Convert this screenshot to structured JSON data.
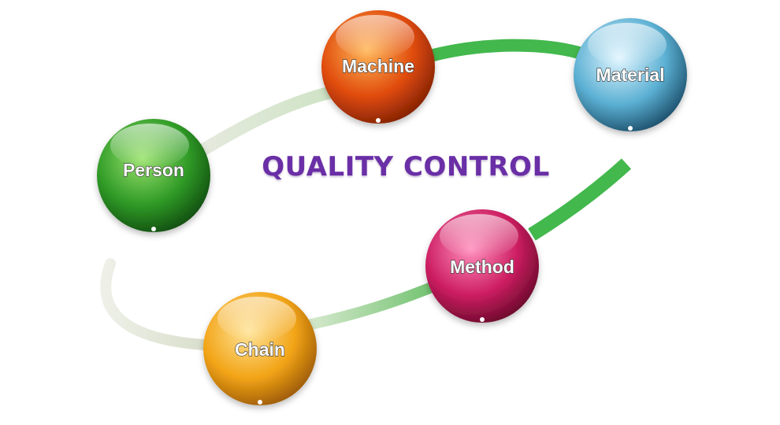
{
  "title": "QUALITY CONTROL",
  "nodes": [
    {
      "key": "person",
      "label": "Person",
      "color": "#1f7a1f"
    },
    {
      "key": "machine",
      "label": "Machine",
      "color": "#c43a08"
    },
    {
      "key": "material",
      "label": "Material",
      "color": "#3b8fb5"
    },
    {
      "key": "method",
      "label": "Method",
      "color": "#b3144f"
    },
    {
      "key": "chain",
      "label": "Chain",
      "color": "#e6950f"
    }
  ],
  "colors": {
    "title": "#6a2fa6",
    "path_green": "#43b84d",
    "path_gray": "#e4e8dc"
  }
}
